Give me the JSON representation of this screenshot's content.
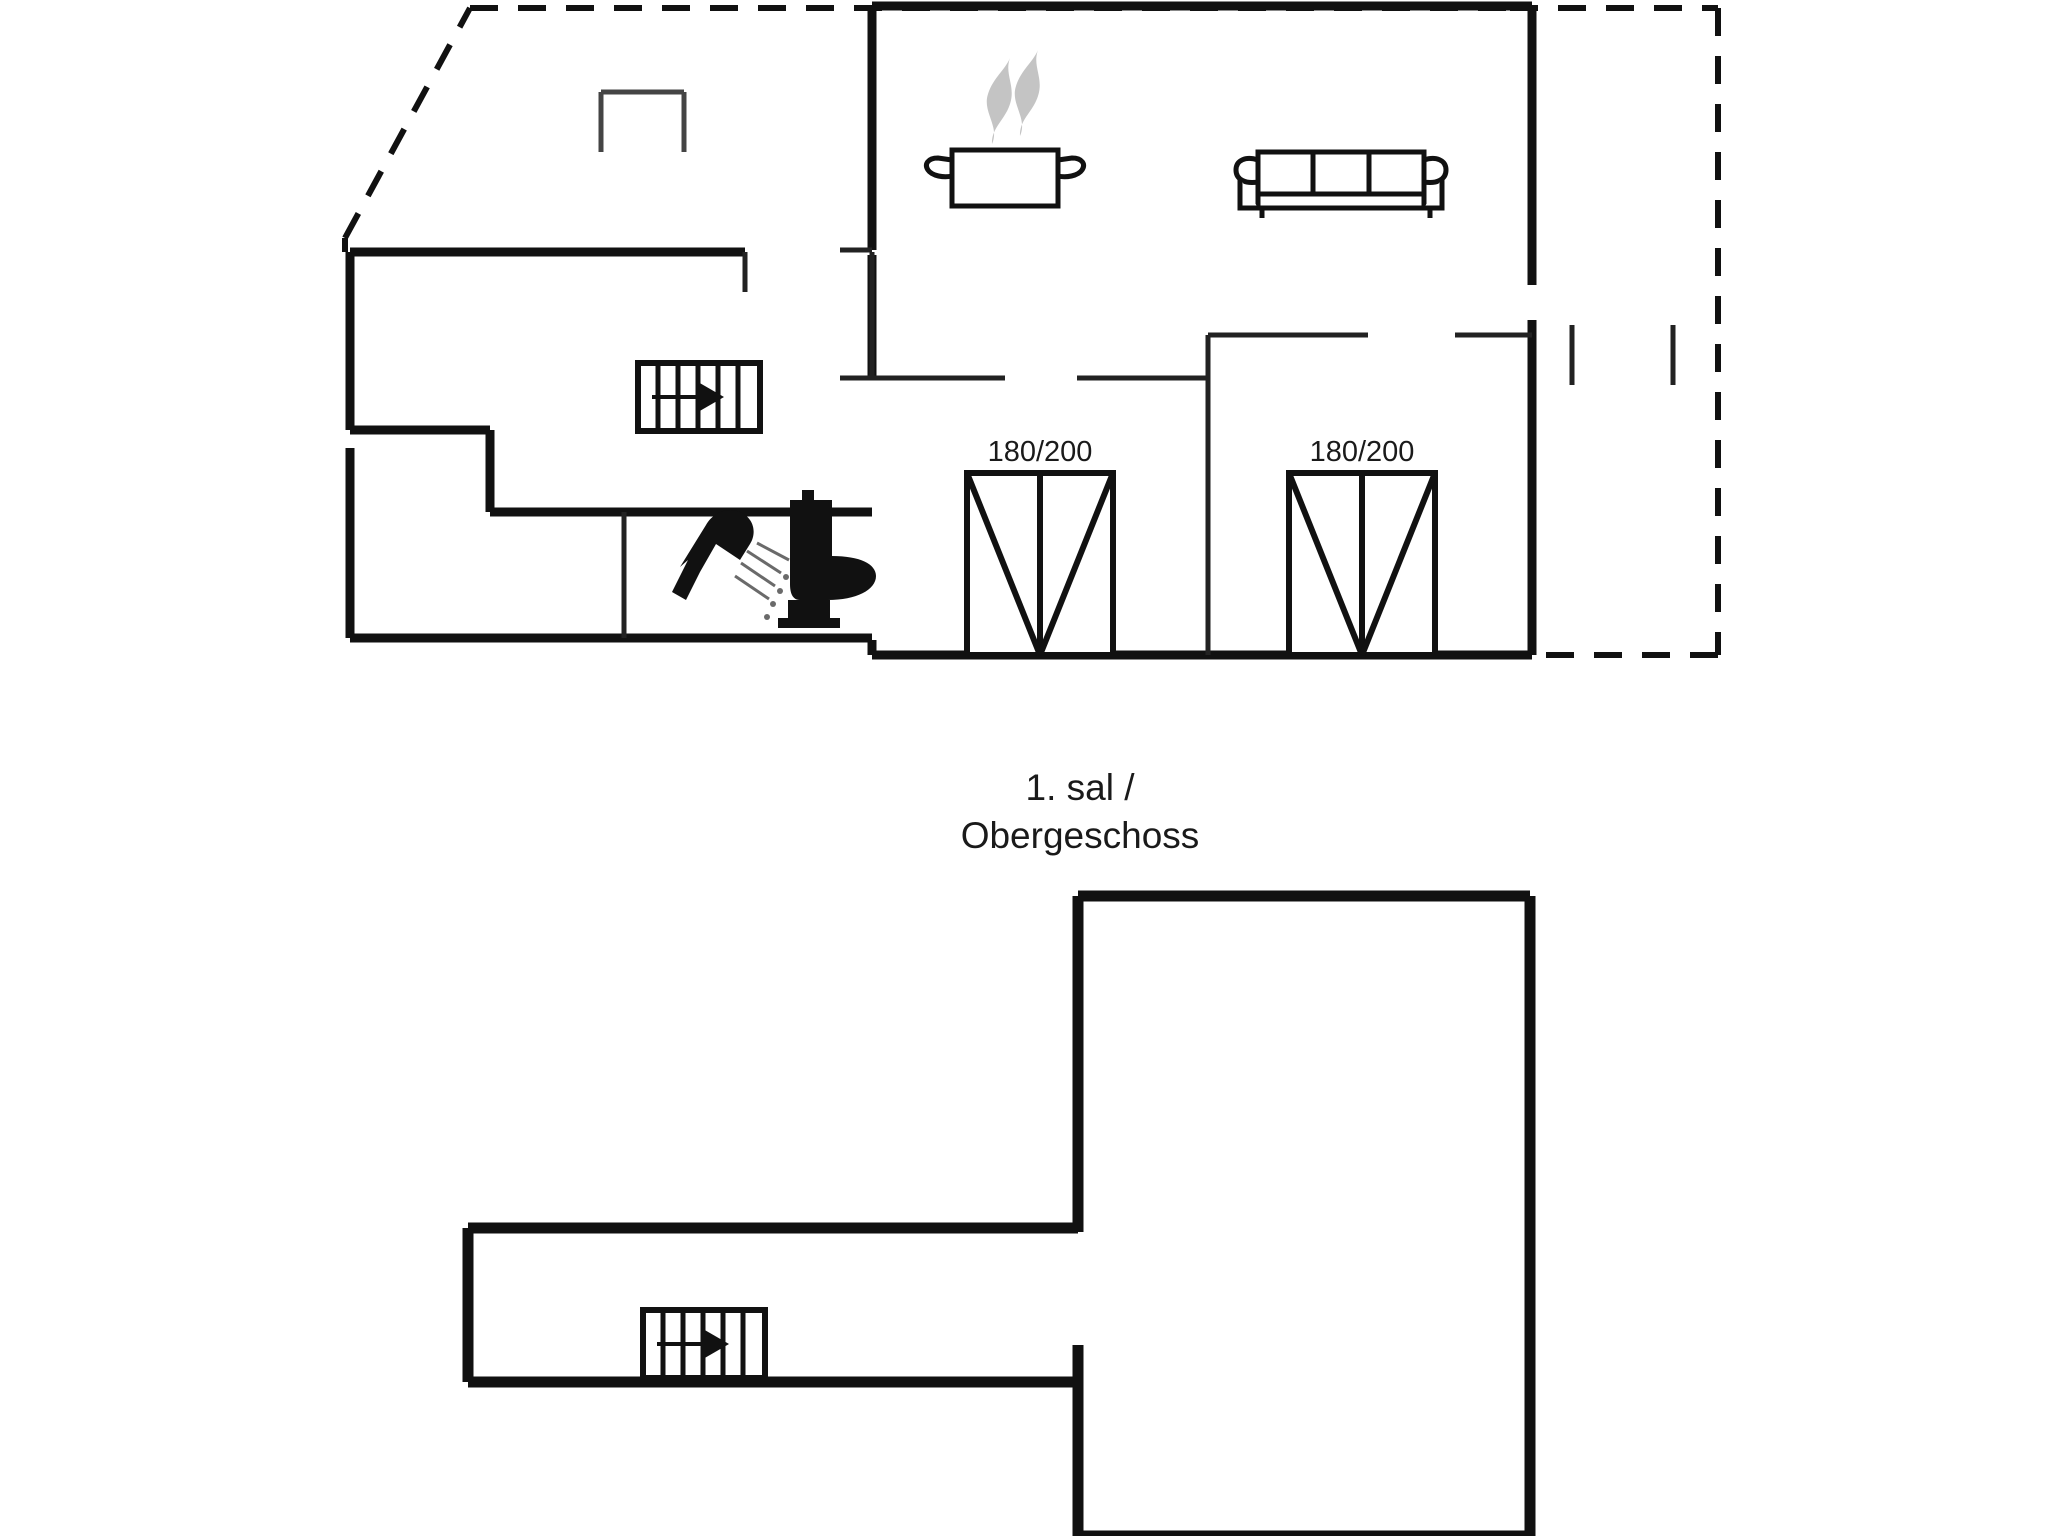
{
  "document": {
    "type": "architectural-floor-plan",
    "background_color": "#ffffff",
    "line_color": "#111111",
    "steam_color": "#c4c4c4"
  },
  "floors": [
    {
      "id": "upper-floor",
      "position": "top",
      "caption": null,
      "rooms": [
        {
          "name": "kitchen-living-area",
          "icons": [
            "cooking-pot-icon",
            "sofa-icon"
          ]
        },
        {
          "name": "bathroom",
          "icons": [
            "shower-icon",
            "toilet-icon"
          ]
        },
        {
          "name": "bedroom-left",
          "icons": [
            "bed-icon"
          ],
          "bed_size_label": "180/200"
        },
        {
          "name": "bedroom-right",
          "icons": [
            "bed-icon"
          ],
          "bed_size_label": "180/200"
        },
        {
          "name": "stair-area",
          "icons": [
            "stairs-up-icon"
          ]
        }
      ],
      "bed_labels": [
        "180/200",
        "180/200"
      ]
    },
    {
      "id": "lower-floor",
      "position": "bottom",
      "caption": {
        "line1": "1. sal /",
        "line2": "Obergeschoss"
      },
      "rooms": [
        {
          "name": "upper-landing",
          "icons": [
            "stairs-up-icon"
          ]
        }
      ],
      "bed_labels": []
    }
  ],
  "caption": {
    "line1": "1. sal /",
    "line2": "Obergeschoss"
  },
  "labels": {
    "bed_left": "180/200",
    "bed_right": "180/200"
  },
  "icons": {
    "cooking_pot": "cooking-pot-icon",
    "sofa": "sofa-icon",
    "shower": "shower-icon",
    "toilet": "toilet-icon",
    "stairs_upper": "stairs-up-icon",
    "stairs_lower": "stairs-up-icon",
    "bed_left": "bed-icon",
    "bed_right": "bed-icon",
    "niche": "wall-niche-icon"
  },
  "colors": {
    "wall": "#111111",
    "thin_line": "#222222",
    "steam": "#c4c4c4",
    "text": "#1a1a1a",
    "background": "#ffffff"
  }
}
